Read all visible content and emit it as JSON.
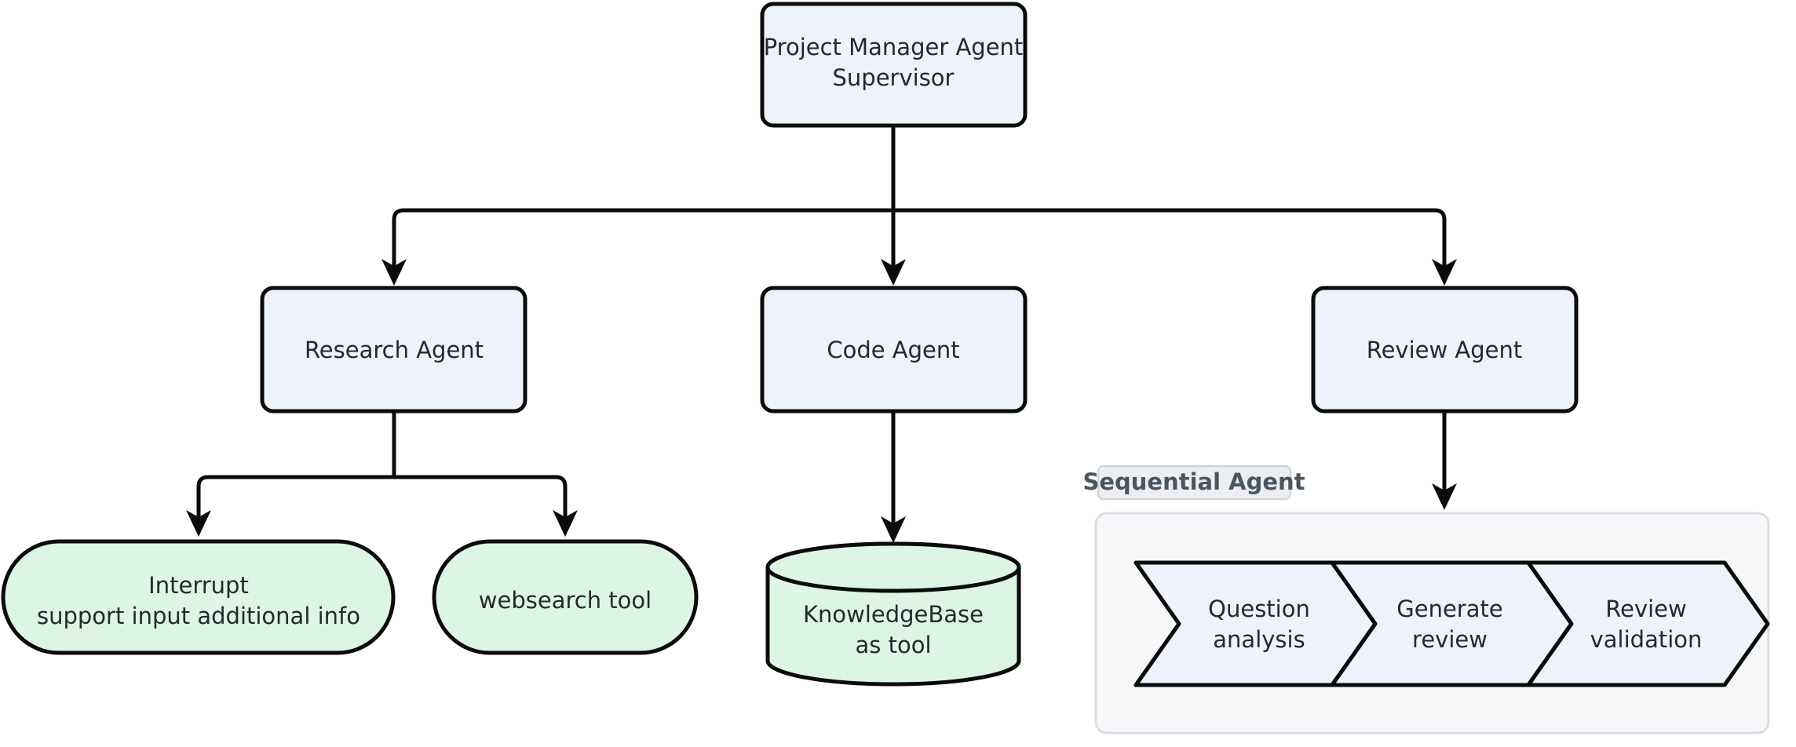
{
  "diagram": {
    "type": "flowchart",
    "direction": "top-down",
    "background": "#ffffff",
    "palette": {
      "agent_fill": "#eef2fb",
      "tool_fill": "#ddf5e4",
      "stroke": "#0b0b0b",
      "text": "#24292f",
      "cluster_fill": "#f6f7f9",
      "cluster_stroke": "#d9dde2",
      "cluster_label_fill": "#eceef1",
      "cluster_label_text": "#4a5560"
    },
    "nodes": {
      "supervisor": {
        "shape": "rounded-rect",
        "style": "agent",
        "line1": "Project Manager Agent",
        "line2": "Supervisor"
      },
      "research_agent": {
        "shape": "rounded-rect",
        "style": "agent",
        "label": "Research Agent"
      },
      "code_agent": {
        "shape": "rounded-rect",
        "style": "agent",
        "label": "Code Agent"
      },
      "review_agent": {
        "shape": "rounded-rect",
        "style": "agent",
        "label": "Review Agent"
      },
      "interrupt": {
        "shape": "stadium",
        "style": "tool",
        "line1": "Interrupt",
        "line2": "support input additional info"
      },
      "websearch": {
        "shape": "stadium",
        "style": "tool",
        "label": "websearch tool"
      },
      "knowledgebase": {
        "shape": "cylinder",
        "style": "tool",
        "line1": "KnowledgeBase",
        "line2": "as tool"
      },
      "question_analysis": {
        "shape": "chevron",
        "style": "agent",
        "line1": "Question",
        "line2": "analysis"
      },
      "generate_review": {
        "shape": "chevron",
        "style": "agent",
        "line1": "Generate",
        "line2": "review"
      },
      "review_validation": {
        "shape": "chevron",
        "style": "agent",
        "line1": "Review",
        "line2": "validation"
      }
    },
    "cluster": {
      "label": "Sequential Agent"
    },
    "edges": [
      {
        "from": "supervisor",
        "to": "research_agent",
        "arrow": true
      },
      {
        "from": "supervisor",
        "to": "code_agent",
        "arrow": true
      },
      {
        "from": "supervisor",
        "to": "review_agent",
        "arrow": true
      },
      {
        "from": "research_agent",
        "to": "interrupt",
        "arrow": true
      },
      {
        "from": "research_agent",
        "to": "websearch",
        "arrow": true
      },
      {
        "from": "code_agent",
        "to": "knowledgebase",
        "arrow": true
      },
      {
        "from": "review_agent",
        "to": "sequential_agent_cluster",
        "arrow": true
      }
    ]
  }
}
